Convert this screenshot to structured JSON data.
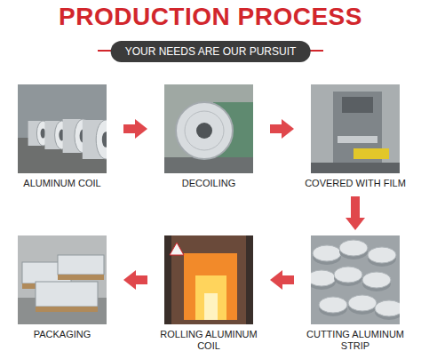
{
  "diagram": {
    "title": "PRODUCTION PROCESS",
    "nodes": [
      {
        "text": [
          "ALUMINUM COIL"
        ]
      },
      {
        "text": [
          "DECOILING"
        ]
      },
      {
        "text": [
          "COVERED WITH FILM"
        ]
      },
      {
        "text": [
          "PACKAGING"
        ]
      },
      {
        "text": [
          "ROLLING ALUMINUM COIL"
        ]
      },
      {
        "text": [
          "CUTTING ALUMINUM STRIP"
        ]
      }
    ],
    "edges": [
      {
        "from": 0,
        "to": 1,
        "arrow": "to"
      },
      {
        "from": 1,
        "to": 2,
        "arrow": "to"
      },
      {
        "from": 2,
        "to": 5,
        "arrow": "to"
      },
      {
        "from": 5,
        "to": 4,
        "arrow": "to"
      },
      {
        "from": 4,
        "to": 3,
        "arrow": "to"
      }
    ],
    "labels": [
      "YOUR NEEDS ARE OUR PURSUIT"
    ]
  }
}
